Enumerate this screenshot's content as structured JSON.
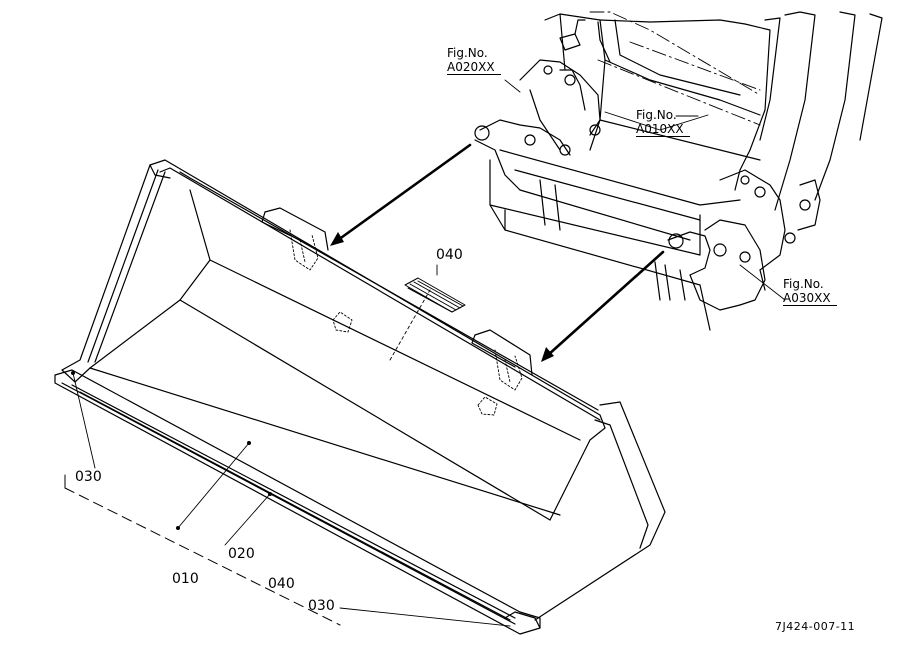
{
  "parts": {
    "p030_left": "030",
    "p020": "020",
    "p010": "010",
    "p040_bottom": "040",
    "p030_bottom": "030",
    "p040_top": "040"
  },
  "fig_refs": [
    {
      "head": "Fig.No.",
      "code": "A020XX"
    },
    {
      "head": "Fig.No.",
      "code": "A010XX"
    },
    {
      "head": "Fig.No.",
      "code": "A030XX"
    }
  ],
  "drawing_code": "7J424-007-11"
}
